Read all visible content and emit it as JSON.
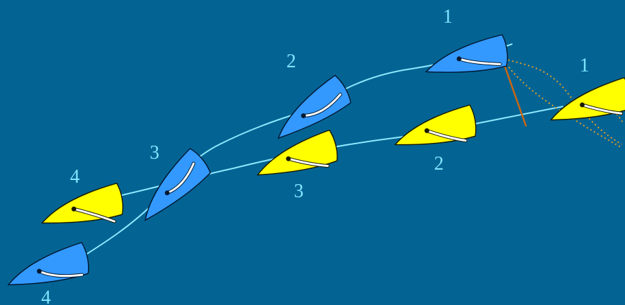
{
  "colors": {
    "background": "#036494",
    "blue_boat": "#3399ff",
    "yellow_boat": "#ffff00",
    "track": "#8feaff",
    "label": "#7fe6ff",
    "orange_line": "#cc6611",
    "orange_dotted": "#e8a020"
  },
  "blue_boat_labels": {
    "p1": "1",
    "p2": "2",
    "p3": "3",
    "p4": "4"
  },
  "yellow_boat_labels": {
    "p1": "1",
    "p2": "2",
    "p3": "3",
    "p4": "4"
  }
}
